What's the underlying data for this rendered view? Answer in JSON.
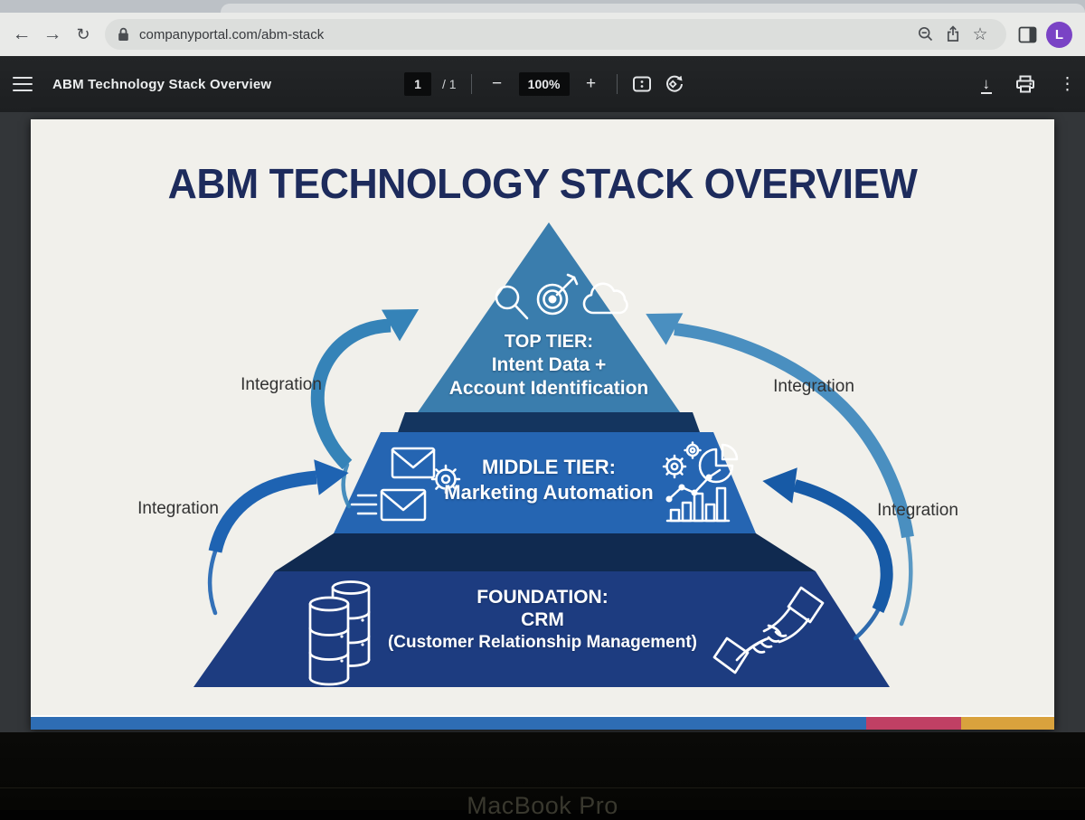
{
  "browser": {
    "url": "companyportal.com/abm-stack",
    "avatar_initial": "L",
    "icons": {
      "back": "←",
      "forward": "→",
      "reload": "↻",
      "star": "☆"
    }
  },
  "pdf": {
    "doc_title": "ABM Technology Stack Overview",
    "page_current": "1",
    "page_total": "/ 1",
    "zoom_out": "−",
    "zoom_value": "100%",
    "zoom_in": "+",
    "icons": {
      "download": "↓",
      "kebab": "⋮"
    }
  },
  "slide": {
    "title": "ABM TECHNOLOGY STACK OVERVIEW",
    "title_color": "#1d2b5c",
    "tiers": {
      "top": {
        "line1": "TOP TIER:",
        "line2": "Intent Data +",
        "line3": "Account Identification",
        "color": "#3a7dad",
        "icons": [
          "search-icon",
          "target-icon",
          "cloud-icon"
        ]
      },
      "middle": {
        "line1": "MIDDLE TIER:",
        "line2": "Marketing Automation",
        "color": "#2565b2",
        "icons": [
          "email-gear-icon",
          "email-send-icon",
          "gears-icon",
          "pie-chart-icon",
          "analytics-chart-icon"
        ]
      },
      "foundation": {
        "line1": "FOUNDATION:",
        "line2": "CRM",
        "line3": "(Customer Relationship Management)",
        "color": "#1d3c80",
        "icons": [
          "database-icon",
          "handshake-icon"
        ]
      }
    },
    "shadow_bands": {
      "band1": "#14355f",
      "band2": "#102a50"
    },
    "labels": {
      "left_upper": "Integration",
      "left_lower": "Integration",
      "right_upper": "Integration",
      "right_lower": "Integration"
    },
    "arrows": {
      "left_upper": "#3583b8",
      "left_lower": "#1e63b2",
      "right_upper": "#4a8fc0",
      "right_lower": "#175aa6"
    },
    "footer_colors": {
      "blue": "#2e6db4",
      "pink": "#c04064",
      "gold": "#d9a23d"
    }
  },
  "device": {
    "label": "MacBook Pro"
  }
}
